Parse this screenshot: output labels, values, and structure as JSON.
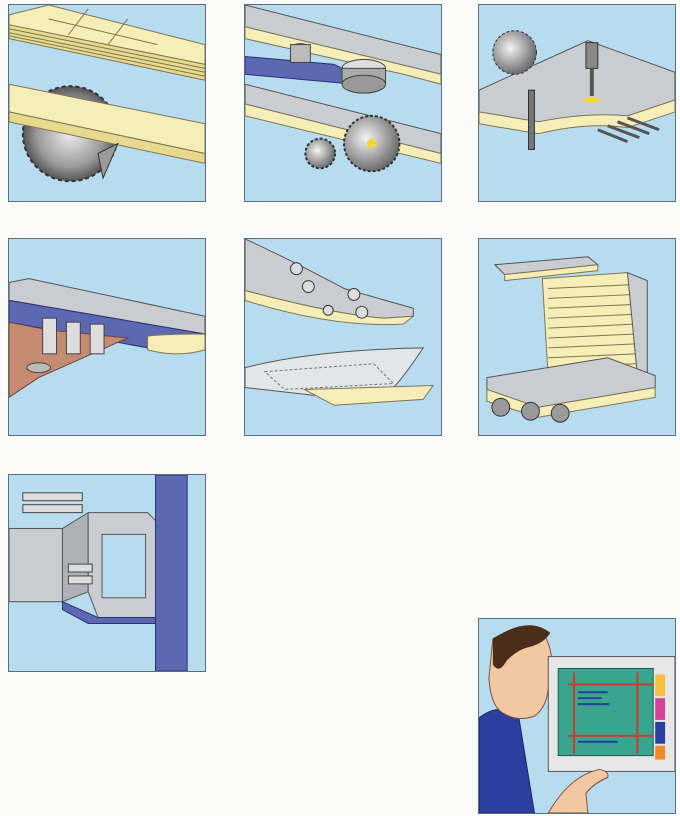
{
  "tiles": [
    {
      "id": "saw-cutting-panels",
      "icon": "circular-saw-icon"
    },
    {
      "id": "edge-trimming-cutters",
      "icon": "cutter-heads-icon"
    },
    {
      "id": "drilling-boring",
      "icon": "drill-icon"
    },
    {
      "id": "edge-banding-profile",
      "icon": "edge-band-icon"
    },
    {
      "id": "laminating-sheets",
      "icon": "laminate-icon"
    },
    {
      "id": "panel-stacking",
      "icon": "stack-icon"
    },
    {
      "id": "assembly-frame",
      "icon": "frame-assembly-icon"
    },
    {
      "id": "operator-control-panel",
      "icon": "operator-monitor-icon"
    }
  ],
  "colors": {
    "tile_bg": "#b7dcef",
    "wood": "#f6eeb8",
    "panel_top": "#c9ccd0",
    "steel_blue": "#5d68b3",
    "copper": "#c48a72",
    "screen_green": "#39a58f",
    "accent_red": "#d2392c"
  }
}
